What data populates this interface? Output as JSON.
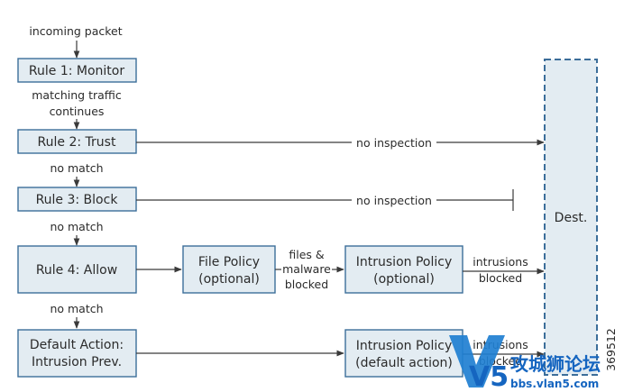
{
  "flow": {
    "incoming_label": "incoming packet",
    "rules": {
      "rule1": "Rule 1: Monitor",
      "rule2": "Rule 2: Trust",
      "rule3": "Rule 3: Block",
      "rule4": "Rule 4: Allow",
      "default_line1": "Default Action:",
      "default_line2": "Intrusion Prev."
    },
    "edges": {
      "matching_line1": "matching traffic",
      "matching_line2": "continues",
      "no_match": "no match",
      "no_inspection": "no inspection",
      "files_line1": "files &",
      "files_line2": "malware",
      "files_line3": "blocked",
      "intrusions_line1": "intrusions",
      "intrusions_line2": "blocked"
    },
    "policies": {
      "file_line1": "File Policy",
      "file_line2": "(optional)",
      "intrusion_line1": "Intrusion Policy",
      "intrusion_line2": "(optional)",
      "intrusion_default_line1": "Intrusion Policy",
      "intrusion_default_line2": "(default action)"
    },
    "dest_label": "Dest.",
    "figure_id": "369512"
  },
  "watermark": {
    "mark": "V5",
    "name": "攻城狮论坛",
    "url": "bbs.vlan5.com"
  }
}
